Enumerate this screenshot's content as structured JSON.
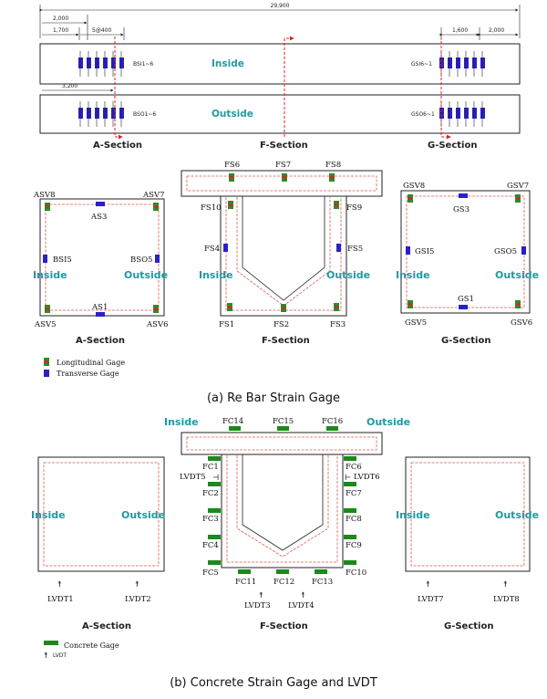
{
  "plan": {
    "dims": {
      "total": "29,900",
      "d2000_left": "2,000",
      "d1700": "1,700",
      "d5at400": "5@400",
      "d3200": "3,200",
      "d1600": "1,600",
      "d2000_right": "2,000"
    },
    "strip_top": {
      "left_label": "BSI1~6",
      "mid_label": "Inside",
      "right_label": "GSI6~1"
    },
    "strip_bottom": {
      "left_label": "BSO1~6",
      "mid_label": "Outside",
      "right_label": "GSO6~1"
    },
    "section_marks": [
      "A-Section",
      "F-Section",
      "G-Section"
    ]
  },
  "rebar": {
    "a_section": {
      "labels": {
        "asv8": "ASV8",
        "asv7": "ASV7",
        "as3": "AS3",
        "bsi5": "BSI5",
        "bso5": "BSO5",
        "as1": "AS1",
        "asv5": "ASV5",
        "asv6": "ASV6"
      },
      "inside": "Inside",
      "outside": "Outside",
      "title": "A-Section"
    },
    "f_section": {
      "labels": {
        "fs6": "FS6",
        "fs7": "FS7",
        "fs8": "FS8",
        "fs10": "FS10",
        "fs9": "FS9",
        "fs4": "FS4",
        "fs5": "FS5",
        "fs1": "FS1",
        "fs2": "FS2",
        "fs3": "FS3"
      },
      "inside": "Inside",
      "outside": "Outside",
      "title": "F-Section"
    },
    "g_section": {
      "labels": {
        "gsv8": "GSV8",
        "gsv7": "GSV7",
        "gs3": "GS3",
        "gsi5": "GSI5",
        "gso5": "GSO5",
        "gs1": "GS1",
        "gsv5": "GSV5",
        "gsv6": "GSV6"
      },
      "inside": "Inside",
      "outside": "Outside",
      "title": "G-Section"
    },
    "legend": {
      "longitudinal": "Longitudinal Gage",
      "transverse": "Transverse Gage"
    },
    "caption": "(a) Re Bar Strain Gage"
  },
  "concrete": {
    "a_section": {
      "inside": "Inside",
      "outside": "Outside",
      "lvdt1": "LVDT1",
      "lvdt2": "LVDT2",
      "title": "A-Section"
    },
    "f_section": {
      "inside": "Inside",
      "outside": "Outside",
      "labels": {
        "fc14": "FC14",
        "fc15": "FC15",
        "fc16": "FC16",
        "fc1": "FC1",
        "fc6": "FC6",
        "lvdt5": "LVDT5",
        "lvdt6": "LVDT6",
        "fc2": "FC2",
        "fc7": "FC7",
        "fc3": "FC3",
        "fc8": "FC8",
        "fc4": "FC4",
        "fc9": "FC9",
        "fc5": "FC5",
        "fc10": "FC10",
        "fc11": "FC11",
        "fc12": "FC12",
        "fc13": "FC13",
        "lvdt3": "LVDT3",
        "lvdt4": "LVDT4"
      },
      "title": "F-Section"
    },
    "g_section": {
      "inside": "Inside",
      "outside": "Outside",
      "lvdt7": "LVDT7",
      "lvdt8": "LVDT8",
      "title": "G-Section"
    },
    "legend": {
      "concrete": "Concrete Gage",
      "lvdt": "LVDT"
    },
    "caption": "(b) Concrete Strain Gage and LVDT"
  },
  "colors": {
    "accent_text": "#1f9aa3",
    "rebar_line": "#e05a4a",
    "transverse_gage": "#2a20c8",
    "concrete_gage": "#1a8a1a",
    "longitudinal_gage": "#c8301e"
  }
}
